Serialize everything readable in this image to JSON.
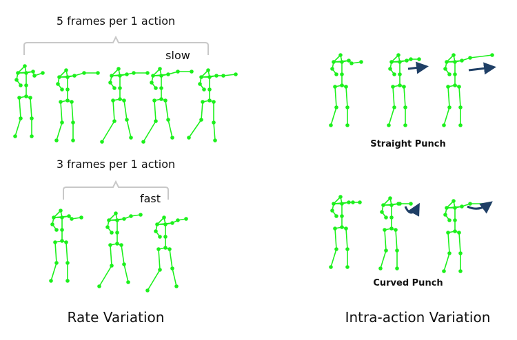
{
  "rate_variation": {
    "title": "Rate Variation",
    "slow_group": {
      "caption": "5 frames per 1 action",
      "speed": "slow",
      "frame_count": 5
    },
    "fast_group": {
      "caption": "3 frames per 1 action",
      "speed": "fast",
      "frame_count": 3
    }
  },
  "intra_action_variation": {
    "title": "Intra-action Variation",
    "straight": {
      "caption": "Straight Punch",
      "frame_count": 3
    },
    "curved": {
      "caption": "Curved Punch",
      "frame_count": 3
    }
  },
  "colors": {
    "skeleton": "#1cf01c",
    "arrow": "#1f3f66",
    "bracket": "#c8c8c8"
  }
}
